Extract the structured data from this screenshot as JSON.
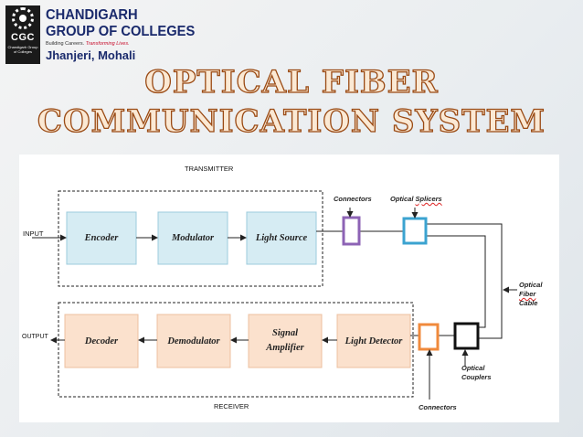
{
  "logo": {
    "badge": "CGC",
    "badge_sub": "Chandigarh Group of Colleges",
    "name_line1": "CHANDIGARH",
    "name_line2": "GROUP OF COLLEGES",
    "tagline_prefix": "Building Careers.",
    "tagline_highlight": "Transforming Lives.",
    "location": "Jhanjeri, Mohali"
  },
  "title": {
    "line1": "OPTICAL FIBER",
    "line2": "COMMUNICATION SYSTEM"
  },
  "diagram": {
    "transmitter_label": "TRANSMITTER",
    "receiver_label": "RECEIVER",
    "input_label": "INPUT",
    "output_label": "OUTPUT",
    "tx_blocks": [
      "Encoder",
      "Modulator",
      "Light Source"
    ],
    "rx_blocks": [
      "Decoder",
      "Demodulator",
      "Signal Amplifier",
      "Light Detector"
    ],
    "connectors_top": "Connectors",
    "splicers_word1": "Optical",
    "splicers_word2": "Splicers",
    "cable_line1": "Optical",
    "cable_line2": "Fiber",
    "cable_line3": "Cable",
    "couplers_line1": "Optical",
    "couplers_line2": "Couplers",
    "connectors_bottom": "Connectors",
    "colors": {
      "tx_fill": "#d6ecf3",
      "rx_fill": "#fbe1cd",
      "connector_top": "#8d63b5",
      "splicer": "#3ba3d0",
      "connector_bottom": "#f08a3c",
      "coupler": "#111111"
    }
  }
}
